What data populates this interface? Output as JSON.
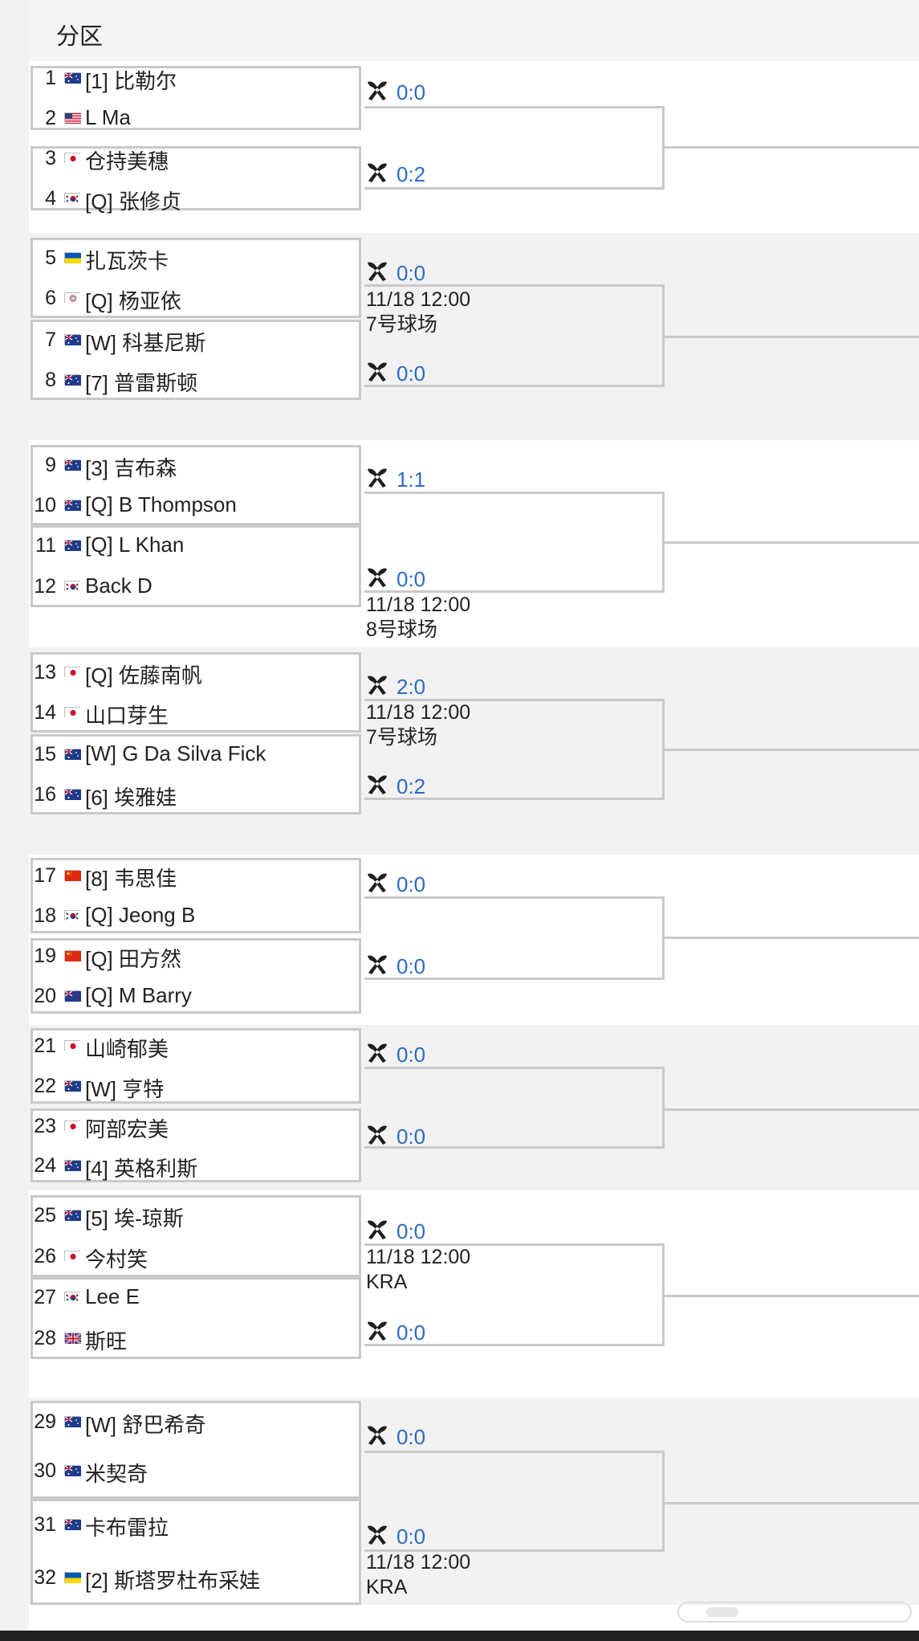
{
  "header": {
    "title": "分区"
  },
  "players": [
    {
      "seed": "1",
      "flag": "aus",
      "name": "[1] 比勒尔"
    },
    {
      "seed": "2",
      "flag": "usa",
      "name": "L Ma"
    },
    {
      "seed": "3",
      "flag": "jpn",
      "name": "仓持美穗"
    },
    {
      "seed": "4",
      "flag": "kor",
      "name": "[Q] 张修贞"
    },
    {
      "seed": "5",
      "flag": "ukr",
      "name": "扎瓦茨卡"
    },
    {
      "seed": "6",
      "flag": "tpe",
      "name": "[Q] 杨亚依"
    },
    {
      "seed": "7",
      "flag": "aus",
      "name": "[W] 科基尼斯"
    },
    {
      "seed": "8",
      "flag": "aus",
      "name": "[7] 普雷斯顿"
    },
    {
      "seed": "9",
      "flag": "aus",
      "name": "[3] 吉布森"
    },
    {
      "seed": "10",
      "flag": "aus",
      "name": "[Q] B Thompson"
    },
    {
      "seed": "11",
      "flag": "aus",
      "name": "[Q] L Khan"
    },
    {
      "seed": "12",
      "flag": "kor",
      "name": "Back D"
    },
    {
      "seed": "13",
      "flag": "jpn",
      "name": "[Q] 佐藤南帆"
    },
    {
      "seed": "14",
      "flag": "jpn",
      "name": "山口芽生"
    },
    {
      "seed": "15",
      "flag": "aus",
      "name": "[W] G Da Silva Fick"
    },
    {
      "seed": "16",
      "flag": "aus",
      "name": "[6] 埃雅娃"
    },
    {
      "seed": "17",
      "flag": "chn",
      "name": "[8] 韦思佳"
    },
    {
      "seed": "18",
      "flag": "kor",
      "name": "[Q] Jeong B"
    },
    {
      "seed": "19",
      "flag": "chn",
      "name": "[Q] 田方然"
    },
    {
      "seed": "20",
      "flag": "nzl",
      "name": "[Q] M Barry"
    },
    {
      "seed": "21",
      "flag": "jpn",
      "name": "山崎郁美"
    },
    {
      "seed": "22",
      "flag": "aus",
      "name": "[W] 亨特"
    },
    {
      "seed": "23",
      "flag": "jpn",
      "name": "阿部宏美"
    },
    {
      "seed": "24",
      "flag": "aus",
      "name": "[4] 英格利斯"
    },
    {
      "seed": "25",
      "flag": "aus",
      "name": "[5] 埃-琼斯"
    },
    {
      "seed": "26",
      "flag": "jpn",
      "name": "今村笑"
    },
    {
      "seed": "27",
      "flag": "kor",
      "name": "Lee E"
    },
    {
      "seed": "28",
      "flag": "gbr",
      "name": "斯旺"
    },
    {
      "seed": "29",
      "flag": "aus",
      "name": "[W] 舒巴希奇"
    },
    {
      "seed": "30",
      "flag": "aus",
      "name": "米契奇"
    },
    {
      "seed": "31",
      "flag": "aus",
      "name": "卡布雷拉"
    },
    {
      "seed": "32",
      "flag": "ukr",
      "name": "[2] 斯塔罗杜布采娃"
    }
  ],
  "matches": [
    {
      "score": "0:0",
      "time": "",
      "court": ""
    },
    {
      "score": "0:2",
      "time": "",
      "court": ""
    },
    {
      "score": "0:0",
      "time": "11/18 12:00",
      "court": "7号球场"
    },
    {
      "score": "0:0",
      "time": "",
      "court": ""
    },
    {
      "score": "1:1",
      "time": "",
      "court": ""
    },
    {
      "score": "0:0",
      "time": "11/18 12:00",
      "court": "8号球场"
    },
    {
      "score": "2:0",
      "time": "11/18 12:00",
      "court": "7号球场"
    },
    {
      "score": "0:2",
      "time": "",
      "court": ""
    },
    {
      "score": "0:0",
      "time": "",
      "court": ""
    },
    {
      "score": "0:0",
      "time": "",
      "court": ""
    },
    {
      "score": "0:0",
      "time": "",
      "court": ""
    },
    {
      "score": "0:0",
      "time": "",
      "court": ""
    },
    {
      "score": "0:0",
      "time": "11/18 12:00",
      "court": "KRA"
    },
    {
      "score": "0:0",
      "time": "",
      "court": ""
    },
    {
      "score": "0:0",
      "time": "",
      "court": ""
    },
    {
      "score": "0:0",
      "time": "11/18 12:00",
      "court": "KRA"
    }
  ],
  "colors": {
    "score": "#2b6cc4",
    "border": "#c9c9c9",
    "band": "#f2f2f2"
  },
  "icons": {
    "match": "tennis-racket-icon"
  }
}
